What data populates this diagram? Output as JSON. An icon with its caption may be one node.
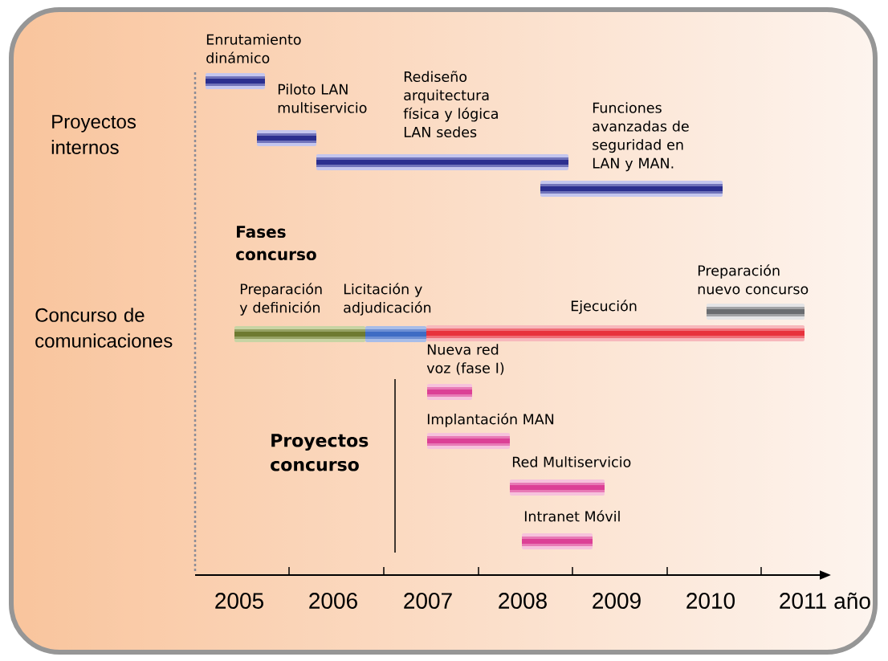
{
  "diagram": {
    "nodes": [
      {
        "text": [
          "Enrutamiento dinámico"
        ]
      },
      {
        "text": [
          "Piloto LAN multiservicio"
        ]
      },
      {
        "text": [
          "Rediseño arquitectura física y lógica LAN sedes"
        ]
      },
      {
        "text": [
          "Funciones avanzadas de seguridad en LAN y MAN."
        ]
      },
      {
        "text": [
          "Preparación nuevo concurso"
        ]
      },
      {
        "text": [
          "Preparación y definición"
        ]
      },
      {
        "text": [
          "Licitación y adjudicación"
        ]
      },
      {
        "text": [
          "Ejecución"
        ]
      },
      {
        "text": [
          "Nueva red voz (fase I)"
        ]
      },
      {
        "text": [
          "Implantación MAN"
        ]
      },
      {
        "text": [
          "Red Multiservicio"
        ]
      },
      {
        "text": [
          "Intranet Móvil"
        ]
      }
    ],
    "labels": [
      "Proyectos internos",
      "Fases concurso",
      "Concurso de comunicaciones",
      "Proyectos concurso",
      "2005",
      "2006",
      "2007",
      "2008",
      "2009",
      "2010",
      "2011",
      "año"
    ]
  }
}
